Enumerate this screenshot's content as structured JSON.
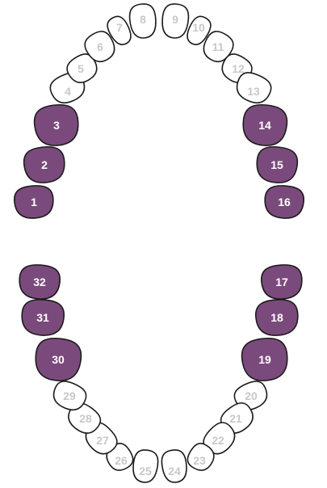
{
  "colors": {
    "selected": "#7b4a7c",
    "unselected": "#ffffff",
    "outline": "#1c1c1c",
    "label_selected": "#ffffff",
    "label_unselected": "#c8c8c8"
  },
  "teeth": [
    {
      "number": "1",
      "selected": true
    },
    {
      "number": "2",
      "selected": true
    },
    {
      "number": "3",
      "selected": true
    },
    {
      "number": "4",
      "selected": false
    },
    {
      "number": "5",
      "selected": false
    },
    {
      "number": "6",
      "selected": false
    },
    {
      "number": "7",
      "selected": false
    },
    {
      "number": "8",
      "selected": false
    },
    {
      "number": "9",
      "selected": false
    },
    {
      "number": "10",
      "selected": false
    },
    {
      "number": "11",
      "selected": false
    },
    {
      "number": "12",
      "selected": false
    },
    {
      "number": "13",
      "selected": false
    },
    {
      "number": "14",
      "selected": true
    },
    {
      "number": "15",
      "selected": true
    },
    {
      "number": "16",
      "selected": true
    },
    {
      "number": "17",
      "selected": true
    },
    {
      "number": "18",
      "selected": true
    },
    {
      "number": "19",
      "selected": true
    },
    {
      "number": "20",
      "selected": false
    },
    {
      "number": "21",
      "selected": false
    },
    {
      "number": "22",
      "selected": false
    },
    {
      "number": "23",
      "selected": false
    },
    {
      "number": "24",
      "selected": false
    },
    {
      "number": "25",
      "selected": false
    },
    {
      "number": "26",
      "selected": false
    },
    {
      "number": "27",
      "selected": false
    },
    {
      "number": "28",
      "selected": false
    },
    {
      "number": "29",
      "selected": false
    },
    {
      "number": "30",
      "selected": true
    },
    {
      "number": "31",
      "selected": true
    },
    {
      "number": "32",
      "selected": true
    }
  ]
}
